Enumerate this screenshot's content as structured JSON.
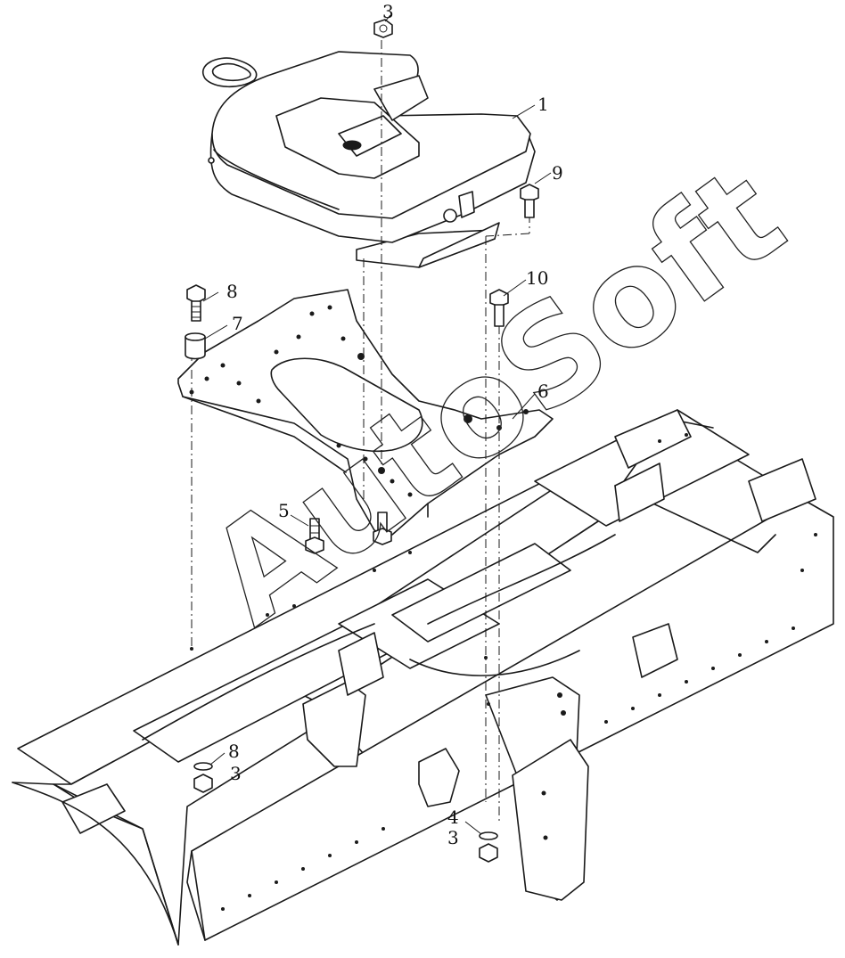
{
  "watermark": "AutoSoft",
  "callouts": [
    {
      "id": "c1",
      "label": "1"
    },
    {
      "id": "c3a",
      "label": "3"
    },
    {
      "id": "c3b",
      "label": "3"
    },
    {
      "id": "c3c",
      "label": "3"
    },
    {
      "id": "c4",
      "label": "4"
    },
    {
      "id": "c5",
      "label": "5"
    },
    {
      "id": "c6",
      "label": "6"
    },
    {
      "id": "c7",
      "label": "7"
    },
    {
      "id": "c8a",
      "label": "8"
    },
    {
      "id": "c8b",
      "label": "8"
    },
    {
      "id": "c9",
      "label": "9"
    },
    {
      "id": "c10",
      "label": "10"
    }
  ]
}
